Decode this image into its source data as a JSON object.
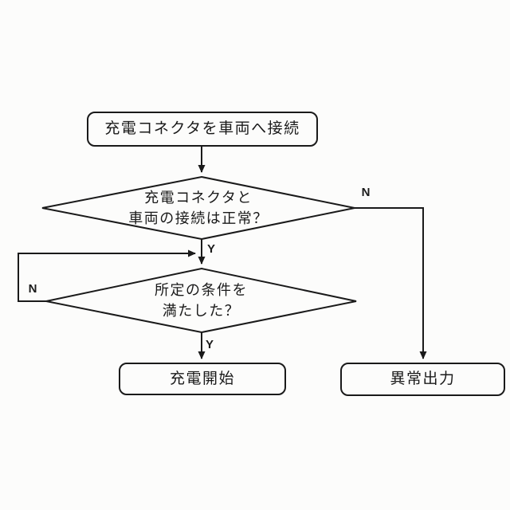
{
  "page": {
    "background": "#fcfcfb",
    "line_color": "#1a1a1a"
  },
  "flowchart": {
    "start": "充電コネクタを車両へ接続",
    "decision1": "充電コネクタと\n車両の接続は正常？",
    "decision1_no": "N",
    "decision1_yes": "Y",
    "decision2": "所定の条件を\n満たした？",
    "decision2_no": "N",
    "decision2_yes": "Y",
    "charge_start": "充電開始",
    "error_output": "異常出力"
  }
}
